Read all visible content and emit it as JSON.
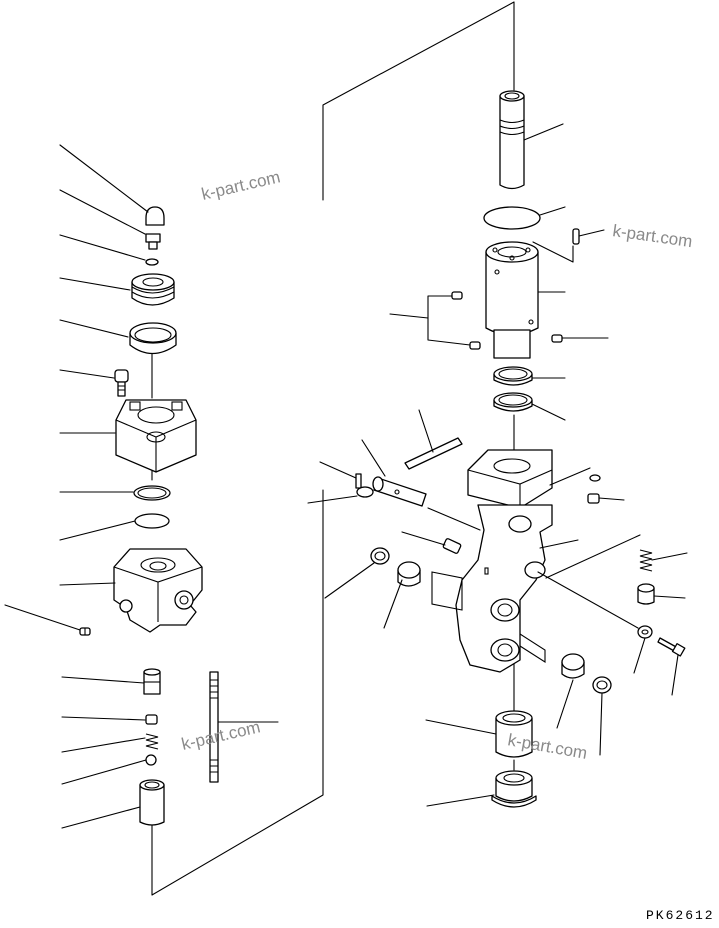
{
  "watermarks": [
    "k-part.com",
    "k-part.com",
    "k-part.com",
    "k-part.com"
  ],
  "drawing_code": "PK62612",
  "colors": {
    "ink": "#000000",
    "watermark": "#8a8a8a",
    "background": "#ffffff"
  }
}
